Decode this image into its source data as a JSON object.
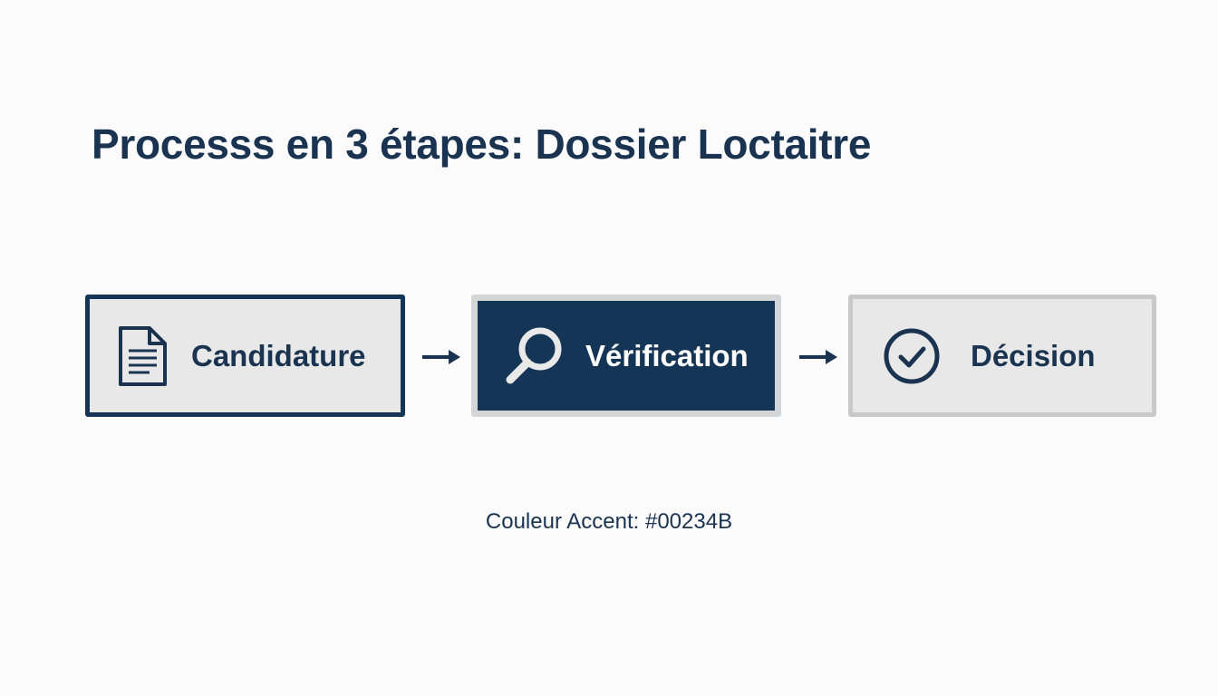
{
  "title": "Processs en 3 étapes: Dossier Loctaitre",
  "steps": [
    {
      "label": "Candidature",
      "icon": "document-icon"
    },
    {
      "label": "Vérification",
      "icon": "magnifier-icon"
    },
    {
      "label": "Décision",
      "icon": "check-circle-icon"
    }
  ],
  "accent_note": "Couleur Accent: #00234B",
  "colors": {
    "accent": "#00234B",
    "box_fill": "#E8E8E8",
    "active_border": "#D4D5D6",
    "inactive_border": "#C9C9C9"
  }
}
